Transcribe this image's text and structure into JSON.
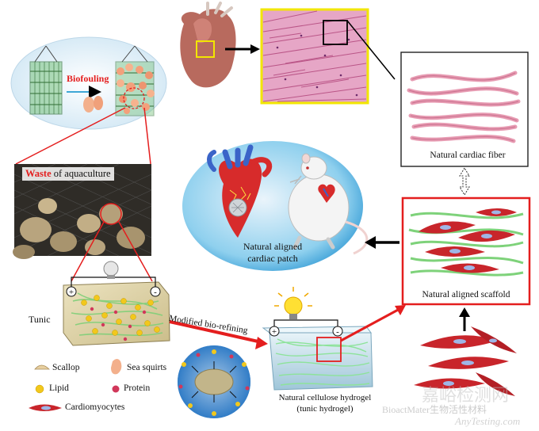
{
  "labels": {
    "biofouling": "Biofouling",
    "waste_word": "Waste",
    "waste_rest": " of aquaculture",
    "tunic": "Tunic",
    "natural_cardiac_fiber": "Natural cardiac fiber",
    "patch_line1": "Natural aligned",
    "patch_line2": "cardiac patch",
    "natural_aligned_scaffold": "Natural aligned scaffold",
    "modified_bio_refining": "Modified bio-refining",
    "hydrogel_line1": "Natural cellulose hydrogel",
    "hydrogel_line2": "(tunic hydrogel)",
    "electrode_plus": "+",
    "electrode_minus": "-"
  },
  "legend": {
    "scallop": "Scallop",
    "sea_squirts": "Sea squirts",
    "lipid": "Lipid",
    "protein": "Protein",
    "cardiomyocytes": "Cardiomyocytes"
  },
  "watermark": {
    "brand_cn": "嘉峪检测网",
    "account": "BioactMater生物活性材料",
    "url": "AnyTesting.com"
  },
  "colors": {
    "red_accent": "#e41e1e",
    "yellow_box": "#f2e600",
    "fiber_pink": "#e79bb2",
    "fiber_green": "#7ed27a",
    "cell_red": "#c8252b",
    "nucleus_blue": "#9fb6e6",
    "ellipse_blue": "#d9eef7"
  },
  "icons": [
    "lightbulb-icon",
    "net-cage-icon",
    "heart-icon",
    "rat-icon",
    "scallop-icon",
    "sea-squirt-icon"
  ]
}
